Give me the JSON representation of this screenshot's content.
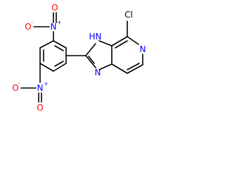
{
  "structure": {
    "atoms": {
      "nitro_top_o_minus": "O",
      "nitro_top_minus": "-",
      "nitro_top_n": "N",
      "nitro_top_plus": "+",
      "nitro_top_o_double": "O",
      "nitro_bottom_o_minus": "O",
      "nitro_bottom_minus": "-",
      "nitro_bottom_n": "N",
      "nitro_bottom_plus": "+",
      "nitro_bottom_o_double": "O",
      "imidazole_nh_n": "N",
      "imidazole_nh_h": "H",
      "imidazole_n": "N",
      "pyridine_n": "N",
      "chlorine": "Cl"
    },
    "colors": {
      "carbon_bond": "#000000",
      "oxygen": "#ff0000",
      "nitrogen": "#0000ff",
      "chlorine": "#000000"
    }
  }
}
